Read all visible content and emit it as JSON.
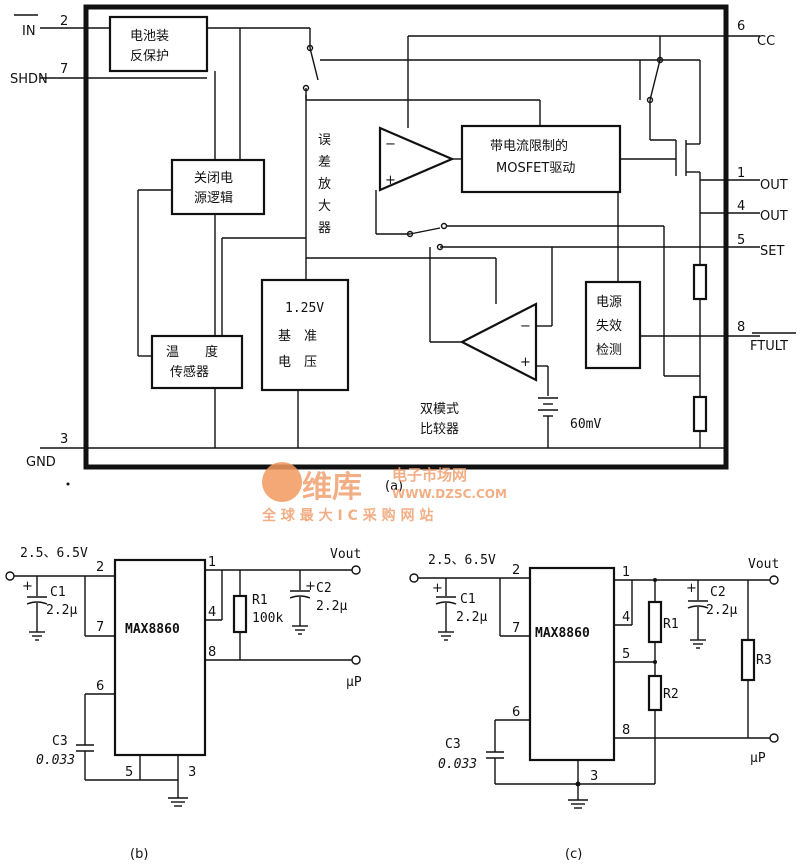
{
  "fig_a": {
    "caption": "(a)",
    "pins": {
      "in": {
        "name": "IN",
        "num": "2"
      },
      "shdn": {
        "name": "SHDN",
        "num": "7"
      },
      "cc": {
        "name": "CC",
        "num": "6"
      },
      "out1": {
        "name": "OUT",
        "num": "1"
      },
      "out4": {
        "name": "OUT",
        "num": "4"
      },
      "set": {
        "name": "SET",
        "num": "5"
      },
      "ftult": {
        "name": "FTULT",
        "num": "8"
      },
      "gnd": {
        "name": "GND",
        "num": "3"
      }
    },
    "blocks": {
      "battery_prot": [
        "电池装",
        "反保护"
      ],
      "shutdown_logic": [
        "关闭电",
        "源逻辑"
      ],
      "error_amp": [
        "误",
        "差",
        "放",
        "大",
        "器"
      ],
      "mosfet_drive": [
        "带电流限制的",
        "MOSFET驱动"
      ],
      "ref": [
        "1.25V",
        "基　准",
        "电　压"
      ],
      "temp": [
        "温　　度",
        "传感器"
      ],
      "fail_detect": [
        "电源",
        "失效",
        "检测"
      ],
      "comparator": [
        "双模式",
        "比较器"
      ],
      "offset": "60mV"
    }
  },
  "watermark": {
    "brand": "维库",
    "site_cn": "电子市场网",
    "url": "WWW.DZSC.COM",
    "slogan": "全 球 最 大 I C 采 购 网 站"
  },
  "fig_b": {
    "caption": "(b)",
    "chip": "MAX8860",
    "vin": "2.5、6.5V",
    "vout": "Vout",
    "up": "μP",
    "c1": {
      "name": "C1",
      "value": "2.2μ"
    },
    "c2": {
      "name": "C2",
      "value": "2.2μ"
    },
    "c3": {
      "name": "C3",
      "value": "0.033"
    },
    "r1": {
      "name": "R1",
      "value": "100k"
    },
    "pins": [
      "2",
      "7",
      "6",
      "1",
      "4",
      "8",
      "5",
      "3"
    ]
  },
  "fig_c": {
    "caption": "(c)",
    "chip": "MAX8860",
    "vin": "2.5、6.5V",
    "vout": "Vout",
    "up": "μP",
    "c1": {
      "name": "C1",
      "value": "2.2μ"
    },
    "c2": {
      "name": "C2",
      "value": "2.2μ"
    },
    "c3": {
      "name": "C3",
      "value": "0.033"
    },
    "r1": "R1",
    "r2": "R2",
    "r3": "R3",
    "pins": [
      "2",
      "7",
      "6",
      "1",
      "4",
      "5",
      "8",
      "3"
    ]
  }
}
